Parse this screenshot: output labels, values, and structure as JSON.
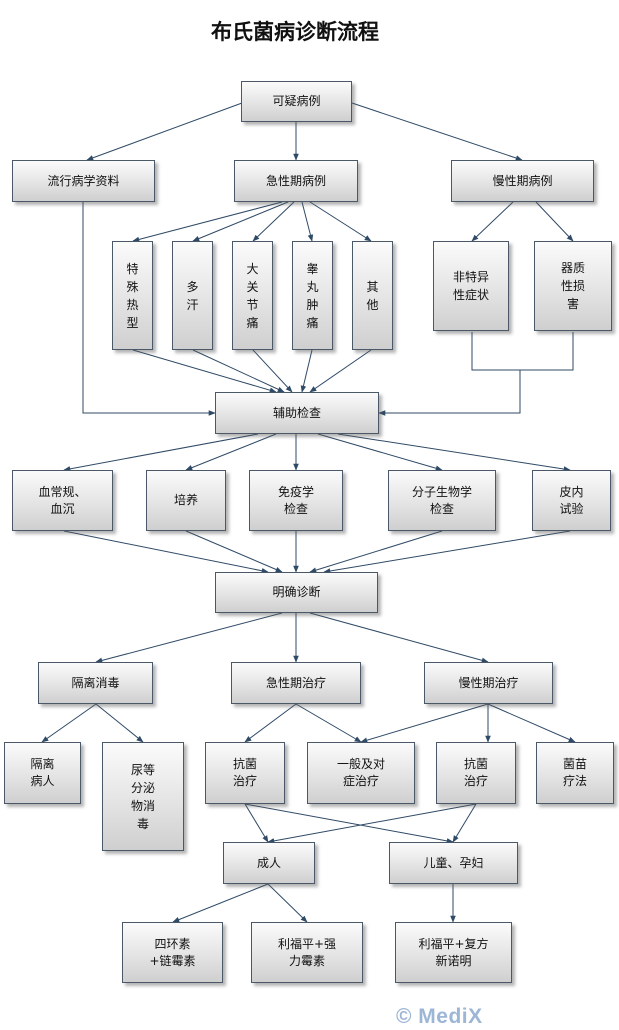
{
  "title": "布氏菌病诊断流程",
  "watermark": "© MediX",
  "nodes": {
    "suspect": "可疑病例",
    "epi": "流行病学资料",
    "acute": "急性期病例",
    "chronic": "慢性期病例",
    "a1": "特殊热型",
    "a2": "多汗",
    "a3": "大关节痛",
    "a4": "睾丸肿痛",
    "a5": "其他",
    "c1": "非特异性症状",
    "c2": "器质性损害",
    "aux": "辅助检查",
    "t1": "血常规、血沉",
    "t2": "培养",
    "t3": "免疫学检查",
    "t4": "分子生物学检查",
    "t5": "皮内试验",
    "dx": "明确诊断",
    "iso": "隔离消毒",
    "acuteTx": "急性期治疗",
    "chronicTx": "慢性期治疗",
    "iso1": "隔离病人",
    "iso2": "尿等分泌物消毒",
    "anti1": "抗菌治疗",
    "general": "一般及对症治疗",
    "anti2": "抗菌治疗",
    "vaccine": "菌苗疗法",
    "adult": "成人",
    "child": "儿童、孕妇",
    "r1": "四环素+链霉素",
    "r2": "利福平+强力霉素",
    "r3": "利福平+复方新诺明"
  }
}
